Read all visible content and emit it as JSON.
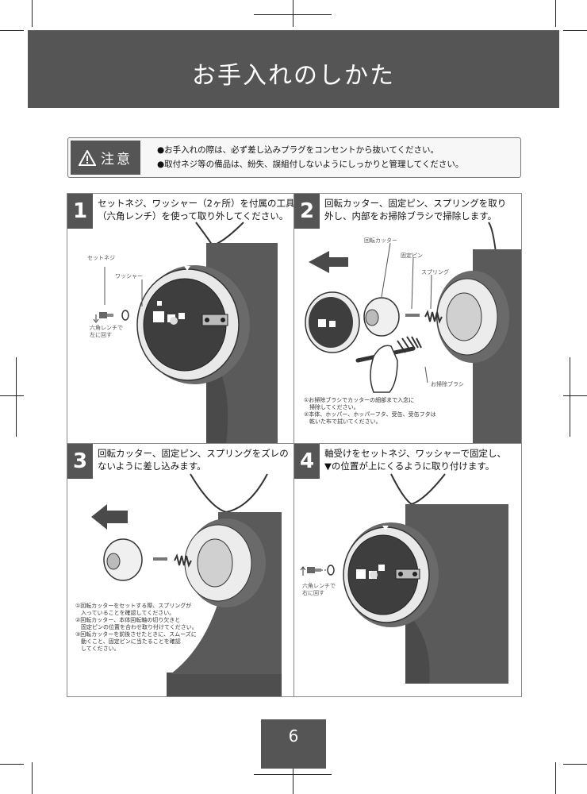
{
  "page": {
    "title": "お手入れのしかた",
    "page_number": "6"
  },
  "caution": {
    "label": "注意",
    "lines": [
      "●お手入れの際は、必ず差し込みプラグをコンセントから抜いてください。",
      "●取付ネジ等の備品は、紛失、誤組付しないようにしっかりと管理してください。"
    ]
  },
  "steps": [
    {
      "number": "1",
      "text_lines": [
        "セットネジ、ワッシャー（2ヶ所）を付属の工具",
        "（六角レンチ）を使って取り外してください。"
      ],
      "labels": {
        "set_screw": "セットネジ",
        "washer": "ワッシャー",
        "hex_wrench_1": "六角レンチで",
        "hex_wrench_2": "左に回す"
      }
    },
    {
      "number": "2",
      "text_lines": [
        "回転カッター、固定ピン、スプリングを取り",
        "外し、内部をお掃除ブラシで掃除します。"
      ],
      "labels": {
        "cutter": "回転カッター",
        "pin": "固定ピン",
        "spring": "スプリング",
        "brush": "お掃除ブラシ"
      },
      "notes": [
        "①お掃除ブラシでカッターの細部まで入念に",
        "　掃除してください。",
        "②本体、ホッパー、ホッパーフタ、受缶、受缶フタは",
        "　乾いた布で拭いてください。"
      ]
    },
    {
      "number": "3",
      "text_lines": [
        "回転カッター、固定ピン、スプリングをズレの",
        "ないように差し込みます。"
      ],
      "notes": [
        "①回転カッターをセットする際、スプリングが",
        "　入っていることを確認してください。",
        "②回転カッター、本体回転軸の切り欠きと",
        "　固定ピンの位置を合わせ取り付けてください。",
        "③回転カッターを前後させたときに、スムーズに",
        "　動くこと、固定ピンに当たることを確認",
        "　してください。"
      ]
    },
    {
      "number": "4",
      "text_lines": [
        "軸受けをセットネジ、ワッシャーで固定し、",
        "▼の位置が上にくるように取り付けます。"
      ],
      "labels": {
        "hex_wrench_1": "六角レンチで",
        "hex_wrench_2": "右に回す"
      }
    }
  ],
  "colors": {
    "dark": "#555555",
    "body": "#5a5a5a",
    "light": "#f2f2f2"
  }
}
